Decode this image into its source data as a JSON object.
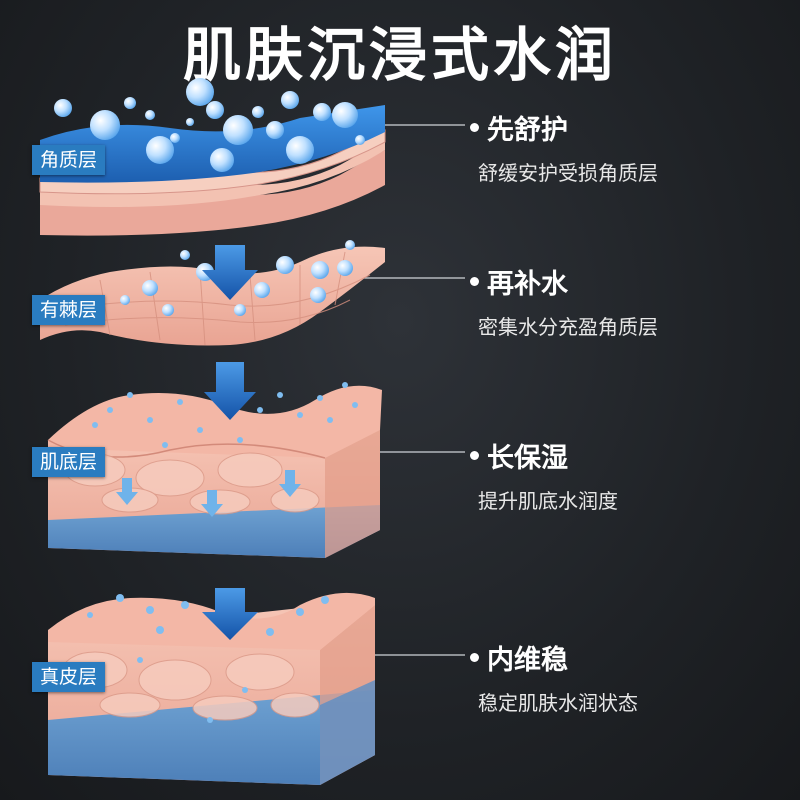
{
  "title": "肌肤沉浸式水润",
  "layers": [
    {
      "label": "角质层",
      "heading": "先舒护",
      "desc": "舒缓安护受损角质层"
    },
    {
      "label": "有棘层",
      "heading": "再补水",
      "desc": "密集水分充盈角质层"
    },
    {
      "label": "肌底层",
      "heading": "长保湿",
      "desc": "提升肌底水润度"
    },
    {
      "label": "真皮层",
      "heading": "内维稳",
      "desc": "稳定肌肤水润状态"
    }
  ],
  "colors": {
    "background": "#1f2226",
    "label_bg": "#2a7cc0",
    "skin": "#f0b4a4",
    "water": "#3d8fe0",
    "arrow": "#1e6fc8"
  }
}
